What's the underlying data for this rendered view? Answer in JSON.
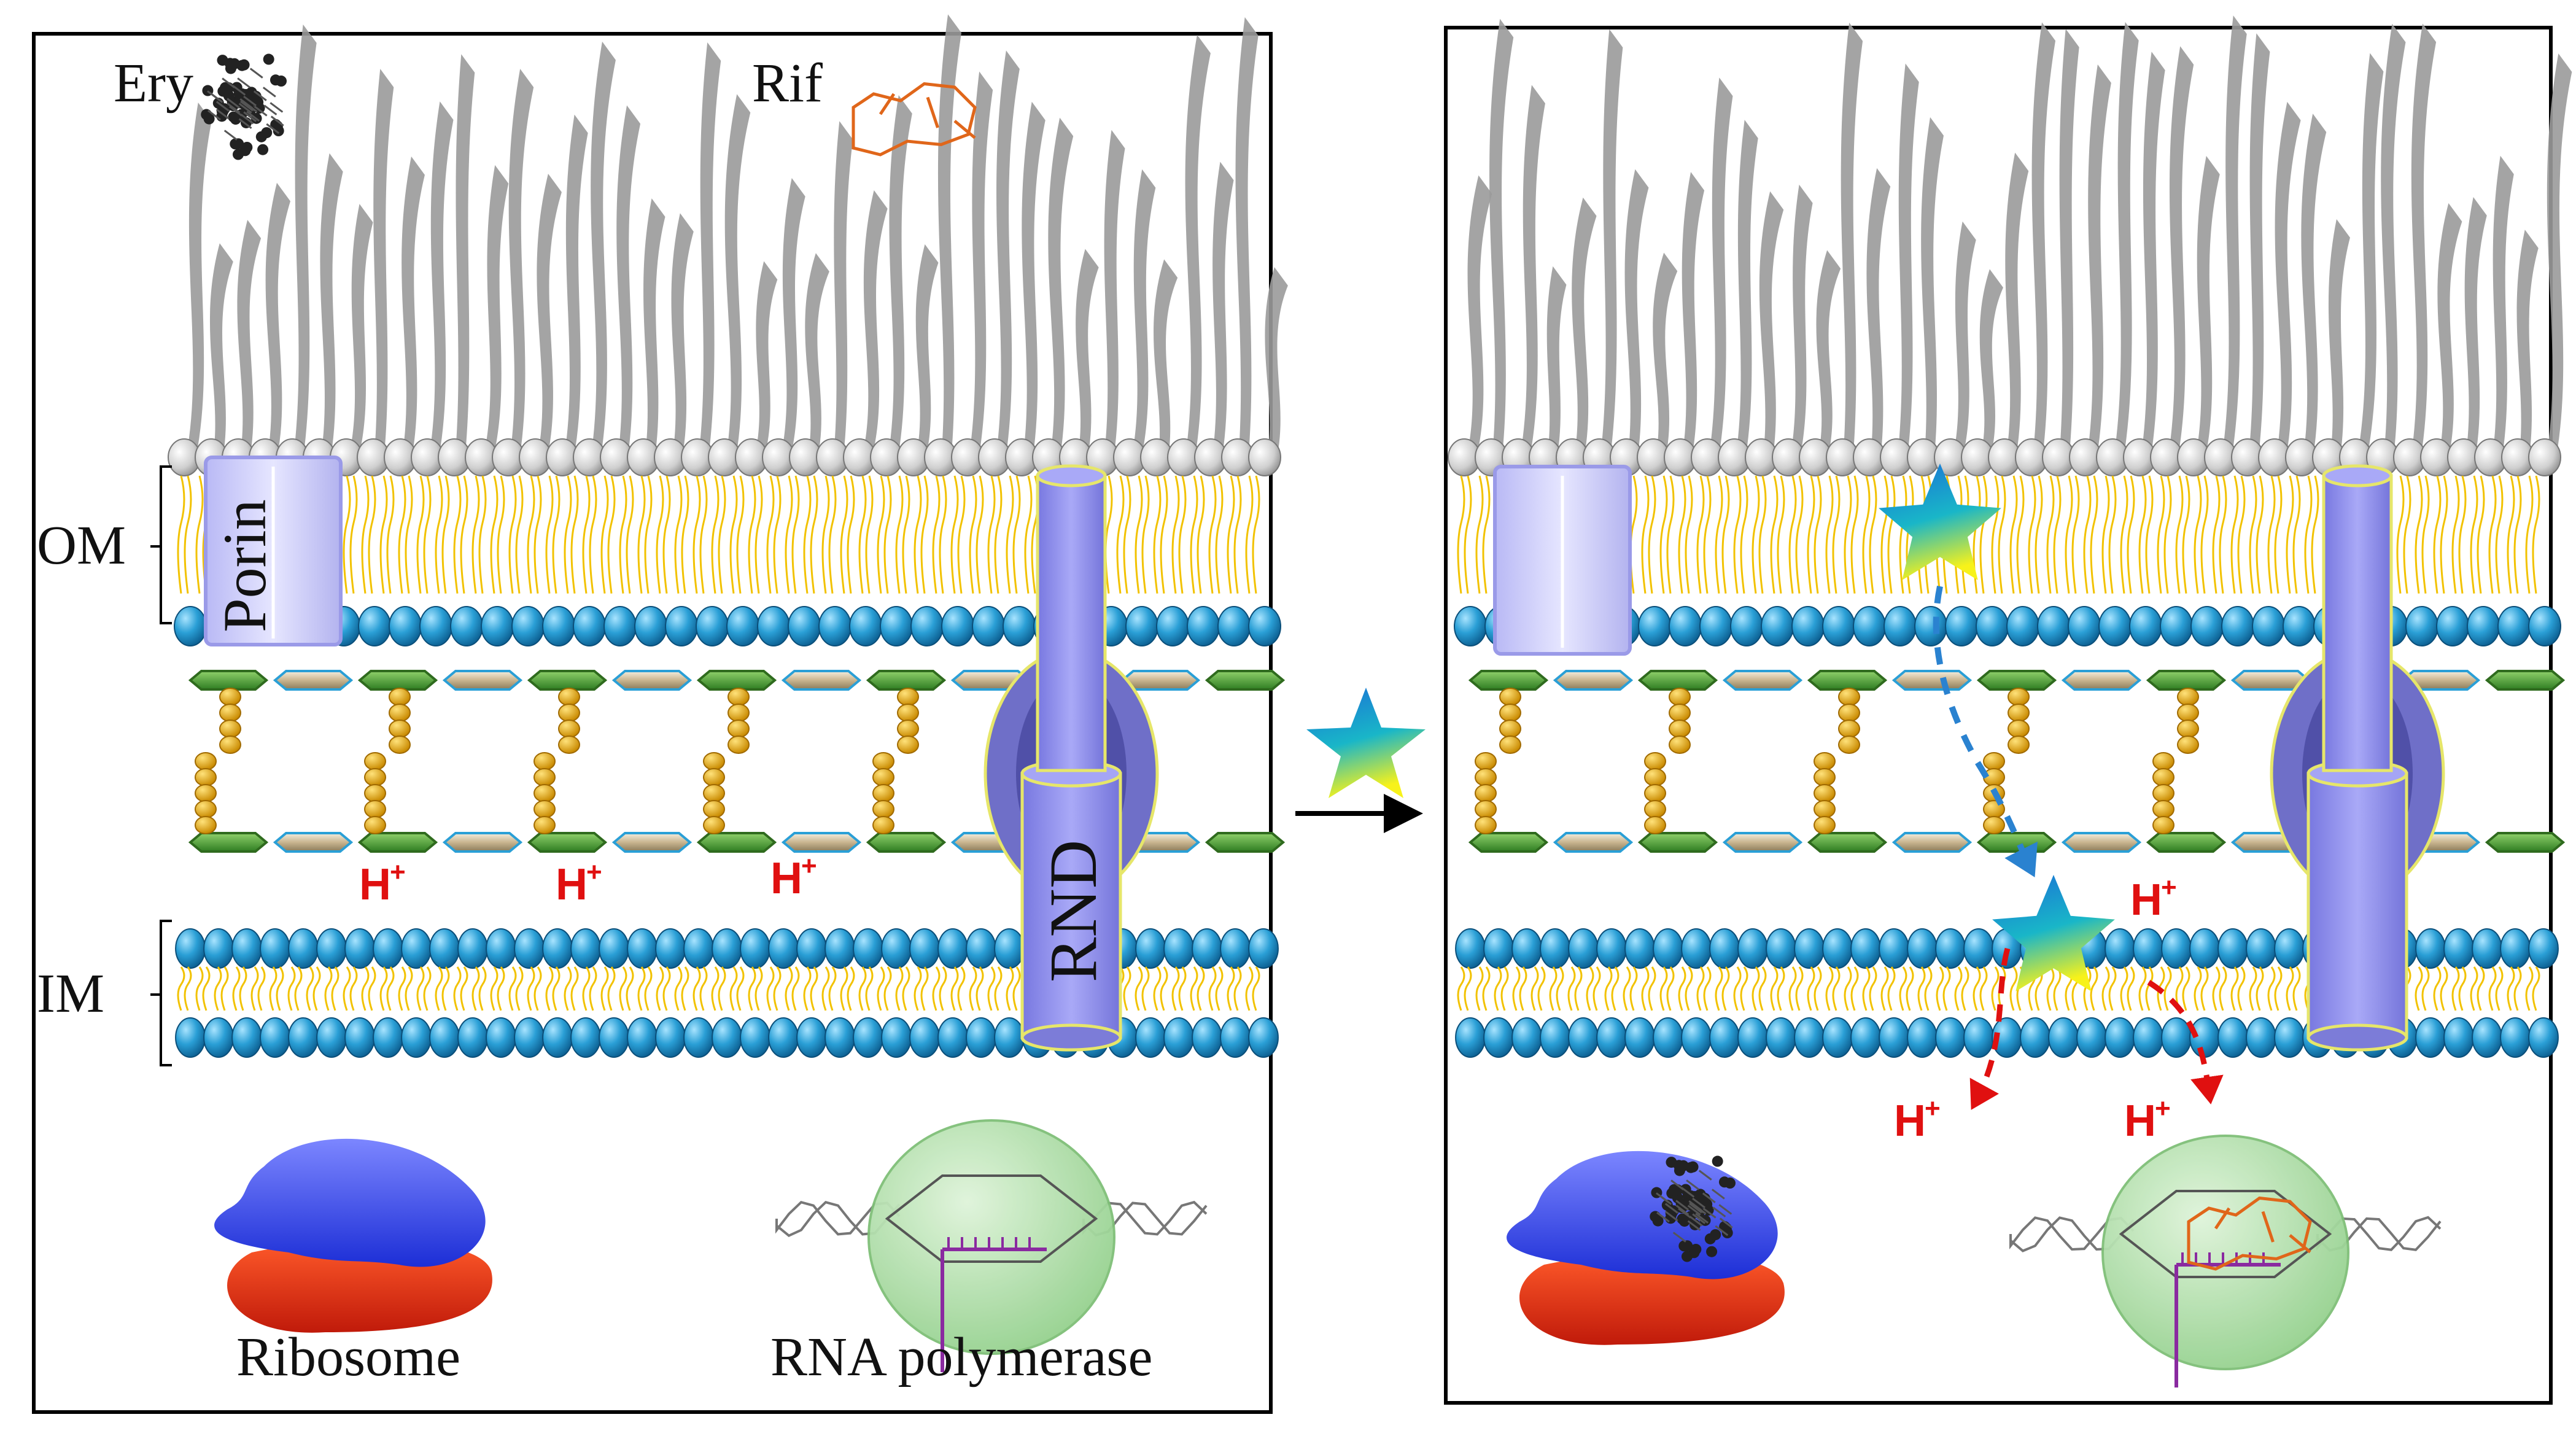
{
  "left_panel": {
    "drug_labels": [
      "Ery",
      "Rif"
    ],
    "membrane_labels": [
      "OM",
      "IM"
    ],
    "proteins": {
      "porin": "Porin",
      "pump": "RND"
    },
    "proton": {
      "symbol": "H",
      "charge": "+"
    },
    "targets": [
      "Ribosome",
      "RNA polymerase"
    ]
  },
  "right_panel": {
    "proton": {
      "symbol": "H",
      "charge": "+"
    }
  },
  "colors": {
    "lipid_head_om": "#2a9fd6",
    "lipid_tail": "#f2c200",
    "lps": "#9a9a9a",
    "protein": "#8f8fef",
    "peptidoglycan": "#57a63a",
    "proton": "#e01010",
    "ribosome_top": "#4a58e8",
    "ribosome_bottom": "#e03a1a",
    "polymerase": "#9fd89a",
    "rif": "#e0661a",
    "ery": "#222222"
  }
}
